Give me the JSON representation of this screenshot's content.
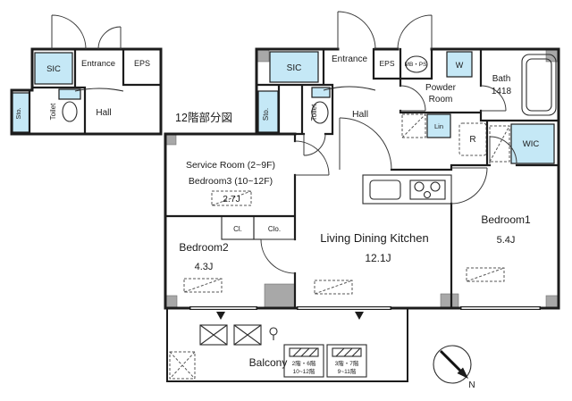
{
  "colors": {
    "highlight": "#c5e8f6",
    "wall": "#1c1c1c",
    "pillar": "#a8a8a8",
    "background": "#ffffff"
  },
  "inset": {
    "sic": "SIC",
    "entrance": "Entrance",
    "eps": "EPS",
    "toilet": "Toilet",
    "hall": "Hall",
    "sto": "Sto.",
    "caption": "12階部分図"
  },
  "rooms": {
    "sic": "SIC",
    "entrance": "Entrance",
    "eps": "EPS",
    "mb_ps": "MB・PS",
    "washer": "W",
    "powder_line1": "Powder",
    "powder_line2": "Room",
    "bath_line1": "Bath",
    "bath_line2": "1418",
    "toilet": "Toilet",
    "sto": "Sto.",
    "hall": "Hall",
    "linen": "Lin",
    "fridge": "R",
    "wic": "WIC",
    "service_line1": "Service Room (2~9F)",
    "service_line2": "Bedroom3 (10~12F)",
    "service_size": "2.7J",
    "closet_cl": "Cl.",
    "closet_clo": "Clo.",
    "bedroom2": "Bedroom2",
    "bedroom2_size": "4.3J",
    "ldk": "Living Dining Kitchen",
    "ldk_size": "12.1J",
    "bedroom1": "Bedroom1",
    "bedroom1_size": "5.4J"
  },
  "balcony": {
    "label": "Balcony",
    "note1_line1": "2階・6階",
    "note1_line2": "10~12階",
    "note2_line1": "3階・7階",
    "note2_line2": "9~11階"
  },
  "compass": {
    "north": "N"
  }
}
